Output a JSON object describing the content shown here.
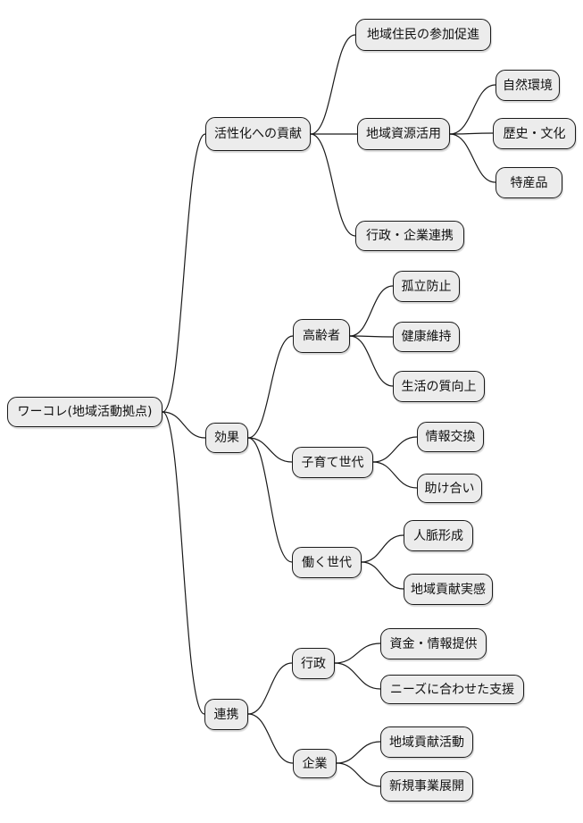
{
  "diagram": {
    "type": "mindmap",
    "background": "#ffffff",
    "node_fill": "#ececec",
    "node_border_color": "#1a1a1a",
    "connector_color": "#1a1a1a",
    "tree": {
      "label": "ワーコレ(地域活動拠点)",
      "children": [
        {
          "label": "活性化への貢献",
          "children": [
            {
              "label": "地域住民の参加促進",
              "children": []
            },
            {
              "label": "地域資源活用",
              "children": [
                {
                  "label": "自然環境",
                  "children": []
                },
                {
                  "label": "歴史・文化",
                  "children": []
                },
                {
                  "label": "特産品",
                  "children": []
                }
              ]
            },
            {
              "label": "行政・企業連携",
              "children": []
            }
          ]
        },
        {
          "label": "効果",
          "children": [
            {
              "label": "高齢者",
              "children": [
                {
                  "label": "孤立防止",
                  "children": []
                },
                {
                  "label": "健康維持",
                  "children": []
                },
                {
                  "label": "生活の質向上",
                  "children": []
                }
              ]
            },
            {
              "label": "子育て世代",
              "children": [
                {
                  "label": "情報交換",
                  "children": []
                },
                {
                  "label": "助け合い",
                  "children": []
                }
              ]
            },
            {
              "label": "働く世代",
              "children": [
                {
                  "label": "人脈形成",
                  "children": []
                },
                {
                  "label": "地域貢献実感",
                  "children": []
                }
              ]
            }
          ]
        },
        {
          "label": "連携",
          "children": [
            {
              "label": "行政",
              "children": [
                {
                  "label": "資金・情報提供",
                  "children": []
                },
                {
                  "label": "ニーズに合わせた支援",
                  "children": []
                }
              ]
            },
            {
              "label": "企業",
              "children": [
                {
                  "label": "地域貢献活動",
                  "children": []
                },
                {
                  "label": "新規事業展開",
                  "children": []
                }
              ]
            }
          ]
        }
      ]
    }
  }
}
